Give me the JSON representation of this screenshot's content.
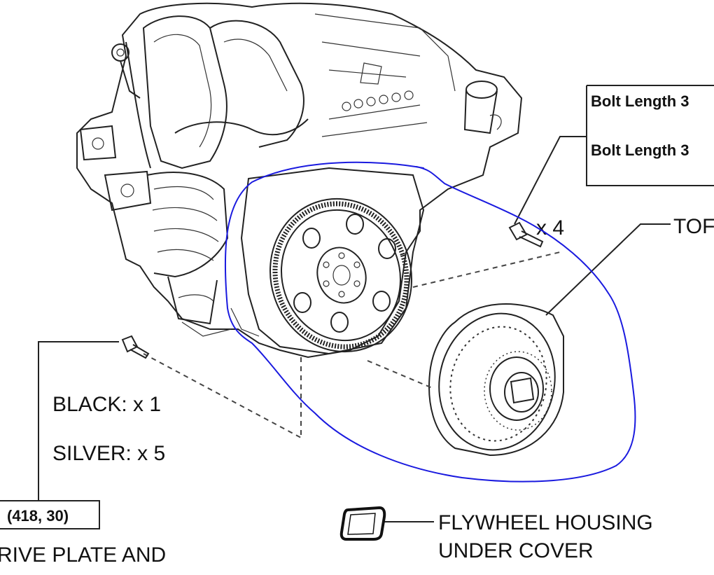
{
  "callouts": {
    "bolt_length_1": "Bolt Length 3",
    "bolt_length_2": "Bolt Length 3",
    "bolt_qty": "x 4",
    "torque_label": "TOF",
    "black_qty": "BLACK: x 1",
    "silver_qty": "SILVER: x 5",
    "torque_value": "(418, 30)",
    "drive_plate": "RIVE PLATE AND",
    "flywheel_housing_line1": "FLYWHEEL HOUSING",
    "flywheel_housing_line2": "UNDER COVER"
  },
  "colors": {
    "annotation": "#1a1adf",
    "line_art": "#222222"
  }
}
